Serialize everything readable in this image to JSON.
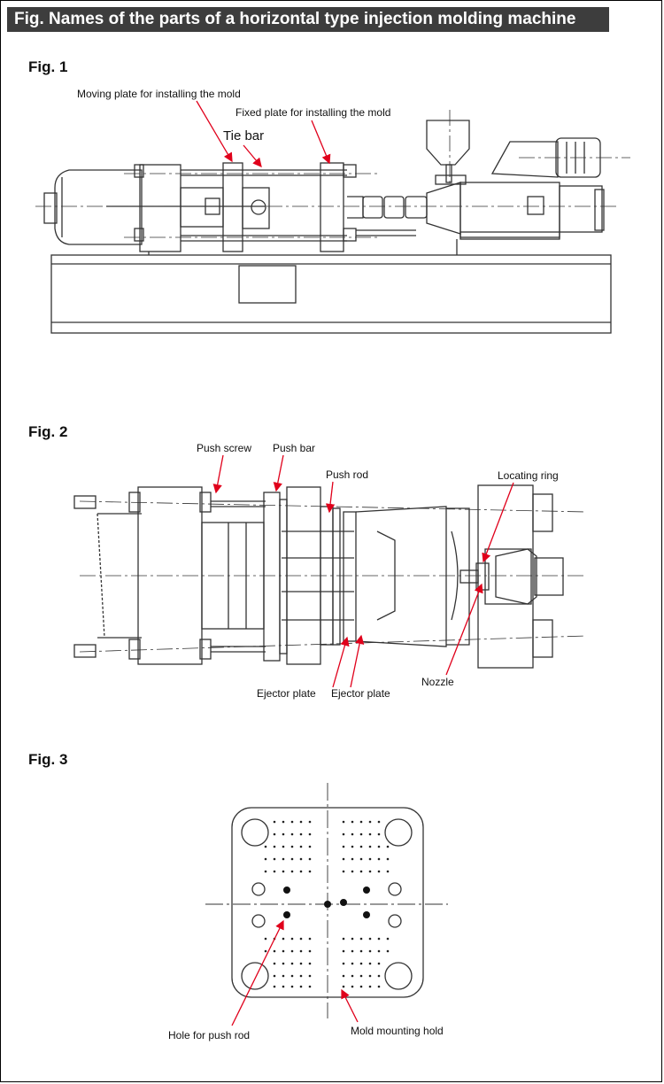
{
  "title": "Fig. Names of the parts of a horizontal type injection molding machine",
  "figures": [
    {
      "label": "Fig. 1",
      "callouts": {
        "moving_plate": "Moving plate for installing the mold",
        "fixed_plate": "Fixed plate for installing the mold",
        "tie_bar": "Tie bar"
      }
    },
    {
      "label": "Fig. 2",
      "callouts": {
        "push_screw": "Push screw",
        "push_bar": "Push bar",
        "push_rod": "Push rod",
        "locating_ring": "Locating ring",
        "ejector_plate_1": "Ejector plate",
        "ejector_plate_2": "Ejector plate",
        "nozzle": "Nozzle"
      }
    },
    {
      "label": "Fig. 3",
      "callouts": {
        "hole_push_rod": "Hole for push rod",
        "mold_mounting": "Mold mounting hold"
      }
    }
  ],
  "colors": {
    "callout_arrow": "#e0001b",
    "line": "#333333",
    "title_bg": "#3d3d3d"
  }
}
